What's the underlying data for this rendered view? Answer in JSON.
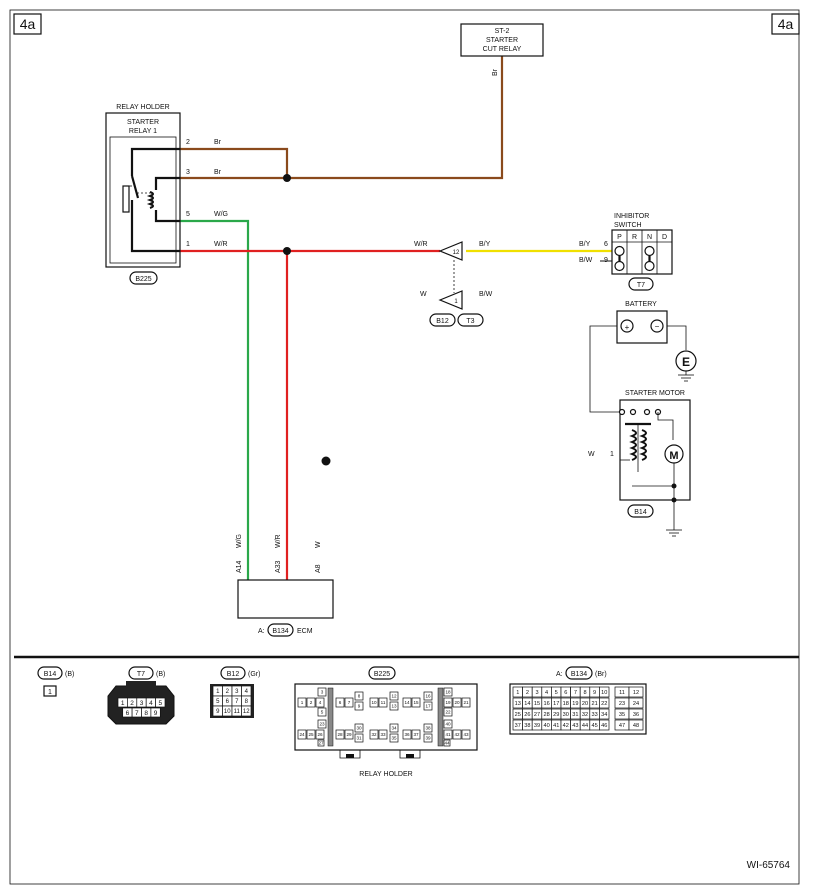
{
  "page_labels": {
    "left": "4a",
    "right": "4a"
  },
  "doc_id": "WI-65764",
  "relay_holder": {
    "title": "RELAY HOLDER",
    "relay_name_l1": "STARTER",
    "relay_name_l2": "RELAY 1",
    "connector": "B225",
    "pins": [
      {
        "pin": "2",
        "color": "Br"
      },
      {
        "pin": "3",
        "color": "Br"
      },
      {
        "pin": "5",
        "color": "W/G"
      },
      {
        "pin": "1",
        "color": "W/R"
      }
    ]
  },
  "st2": {
    "line1": "ST-2",
    "line2": "STARTER",
    "line3": "CUT RELAY",
    "wire": "Br"
  },
  "inline": {
    "wr": "W/R",
    "by": "B/Y",
    "w": "W",
    "bw": "B/W",
    "pin_upper": "12",
    "pin_lower": "1",
    "conn1": "B12",
    "conn2": "T3"
  },
  "inhibitor": {
    "line1": "INHIBITOR",
    "line2": "SWITCH",
    "positions": [
      "P",
      "R",
      "N",
      "D"
    ],
    "pin6": "6",
    "pin9": "9",
    "wire6": "B/Y",
    "wire9": "B/W",
    "connector": "T7"
  },
  "battery": {
    "label": "BATTERY",
    "plus": "+",
    "minus": "−",
    "ground": "E"
  },
  "starter_motor": {
    "label": "STARTER MOTOR",
    "wire": "W",
    "pin": "1",
    "motor": "M",
    "connector": "B14"
  },
  "ecm": {
    "prefix": "A:",
    "connector": "B134",
    "label": "ECM",
    "pins": [
      {
        "pin": "A14",
        "color": "W/G"
      },
      {
        "pin": "A33",
        "color": "W/R"
      },
      {
        "pin": "A8",
        "color": "W"
      }
    ]
  },
  "wire_colors": {
    "brown": "#8a4a1c",
    "red": "#e02020",
    "green": "#2aa84a",
    "yellow": "#f0e000"
  },
  "connectors_legend": {
    "b14": {
      "name": "B14",
      "suffix": "(B)",
      "pins": [
        "1"
      ]
    },
    "t7": {
      "name": "T7",
      "suffix": "(B)",
      "row1": [
        "1",
        "2",
        "3",
        "4",
        "5"
      ],
      "row2": [
        "6",
        "7",
        "8",
        "9"
      ]
    },
    "b12": {
      "name": "B12",
      "suffix": "(Gr)",
      "row1": [
        "1",
        "2",
        "3",
        "4"
      ],
      "row2": [
        "5",
        "6",
        "7",
        "8"
      ],
      "row3": [
        "9",
        "10",
        "11",
        "12"
      ]
    },
    "b225": {
      "name": "B225",
      "caption": "RELAY HOLDER"
    },
    "b134": {
      "prefix": "A:",
      "name": "B134",
      "suffix": "(Br)",
      "row1": [
        "1",
        "2",
        "3",
        "4",
        "5",
        "6",
        "7",
        "8",
        "9",
        "10"
      ],
      "row1b": [
        "11",
        "12"
      ],
      "row2": [
        "13",
        "14",
        "15",
        "16",
        "17",
        "18",
        "19",
        "20",
        "21",
        "22"
      ],
      "row2b": [
        "23",
        "24"
      ],
      "row3": [
        "25",
        "26",
        "27",
        "28",
        "29",
        "30",
        "31",
        "32",
        "33",
        "34"
      ],
      "row3b": [
        "35",
        "36"
      ],
      "row4": [
        "37",
        "38",
        "39",
        "40",
        "41",
        "42",
        "43",
        "44",
        "45",
        "46"
      ],
      "row4b": [
        "47",
        "48"
      ]
    }
  }
}
